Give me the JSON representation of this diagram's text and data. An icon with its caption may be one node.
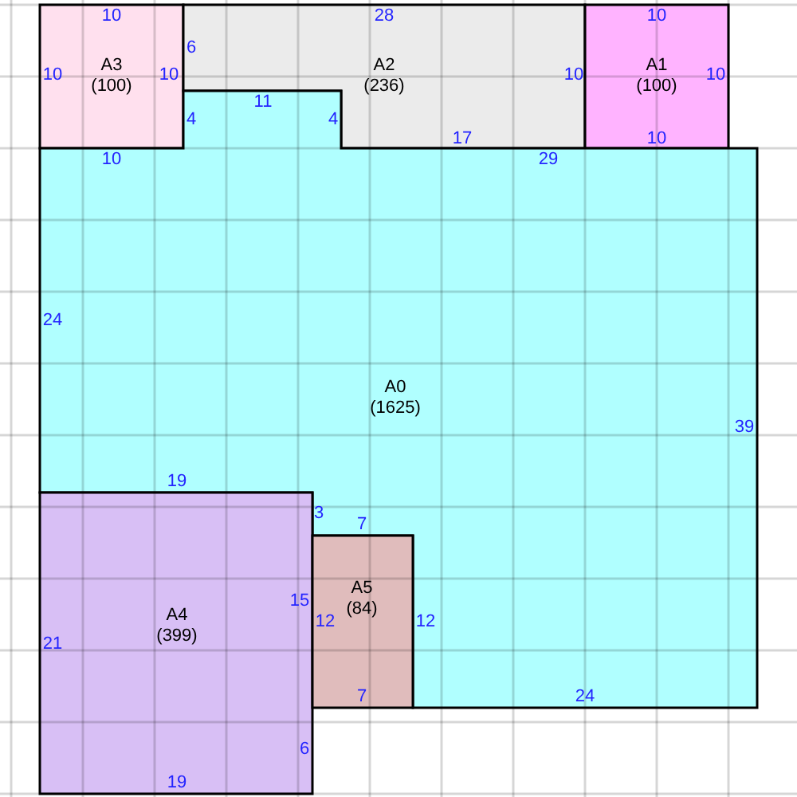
{
  "diagram": {
    "nodes": [
      {
        "text": [
          "A3",
          "(100)"
        ]
      },
      {
        "text": [
          "A2",
          "(236)"
        ]
      },
      {
        "text": [
          "A1",
          "(100)"
        ]
      },
      {
        "text": [
          "A0",
          "(1625)"
        ]
      },
      {
        "text": [
          "A4",
          "(399)"
        ]
      },
      {
        "text": [
          "A5",
          "(84)"
        ]
      }
    ],
    "labels": [
      "10",
      "28",
      "10",
      "6",
      "10",
      "10",
      "10",
      "10",
      "11",
      "4",
      "4",
      "17",
      "10",
      "10",
      "29",
      "24",
      "39",
      "19",
      "3",
      "7",
      "15",
      "12",
      "12",
      "21",
      "7",
      "24",
      "6",
      "19"
    ]
  }
}
